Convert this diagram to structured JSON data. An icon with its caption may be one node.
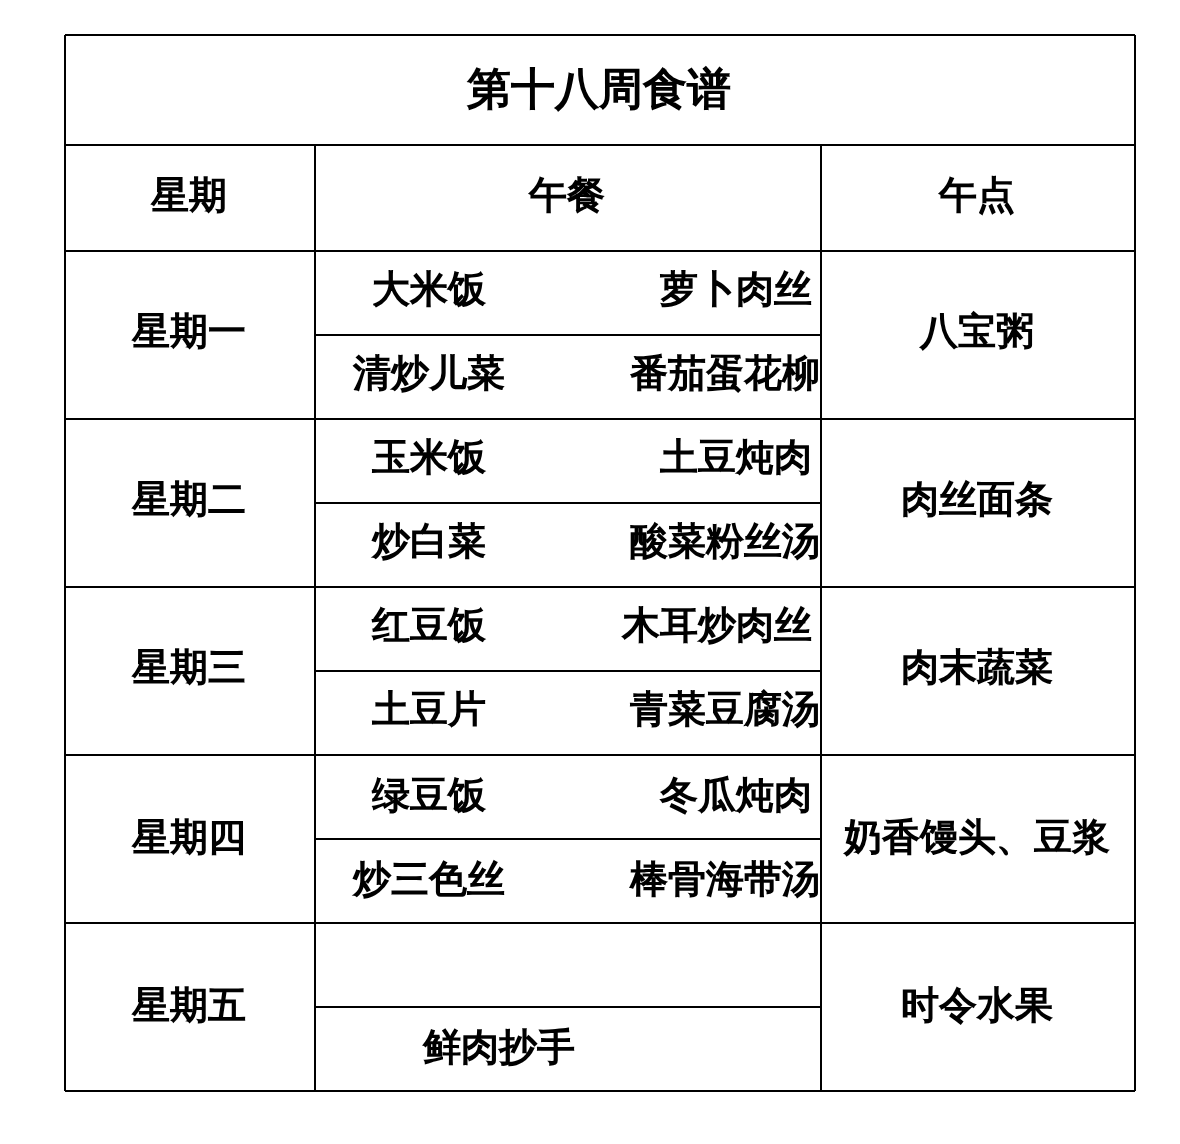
{
  "diagram": {
    "title": "第十八周食谱",
    "labels": [
      "星期",
      "午餐",
      "午点",
      "星期一",
      "大米饭",
      "萝卜肉丝",
      "八宝粥",
      "清炒儿菜",
      "番茄蛋花柳",
      "星期二",
      "玉米饭",
      "土豆炖肉",
      "肉丝面条",
      "炒白菜",
      "酸菜粉丝汤",
      "星期三",
      "红豆饭",
      "木耳炒肉丝",
      "肉末蔬菜",
      "土豆片",
      "青菜豆腐汤",
      "星期四",
      "绿豆饭",
      "冬瓜炖肉",
      "奶香馒头、豆浆",
      "炒三色丝",
      "棒骨海带汤",
      "星期五",
      "时令水果",
      "鲜肉抄手"
    ]
  }
}
